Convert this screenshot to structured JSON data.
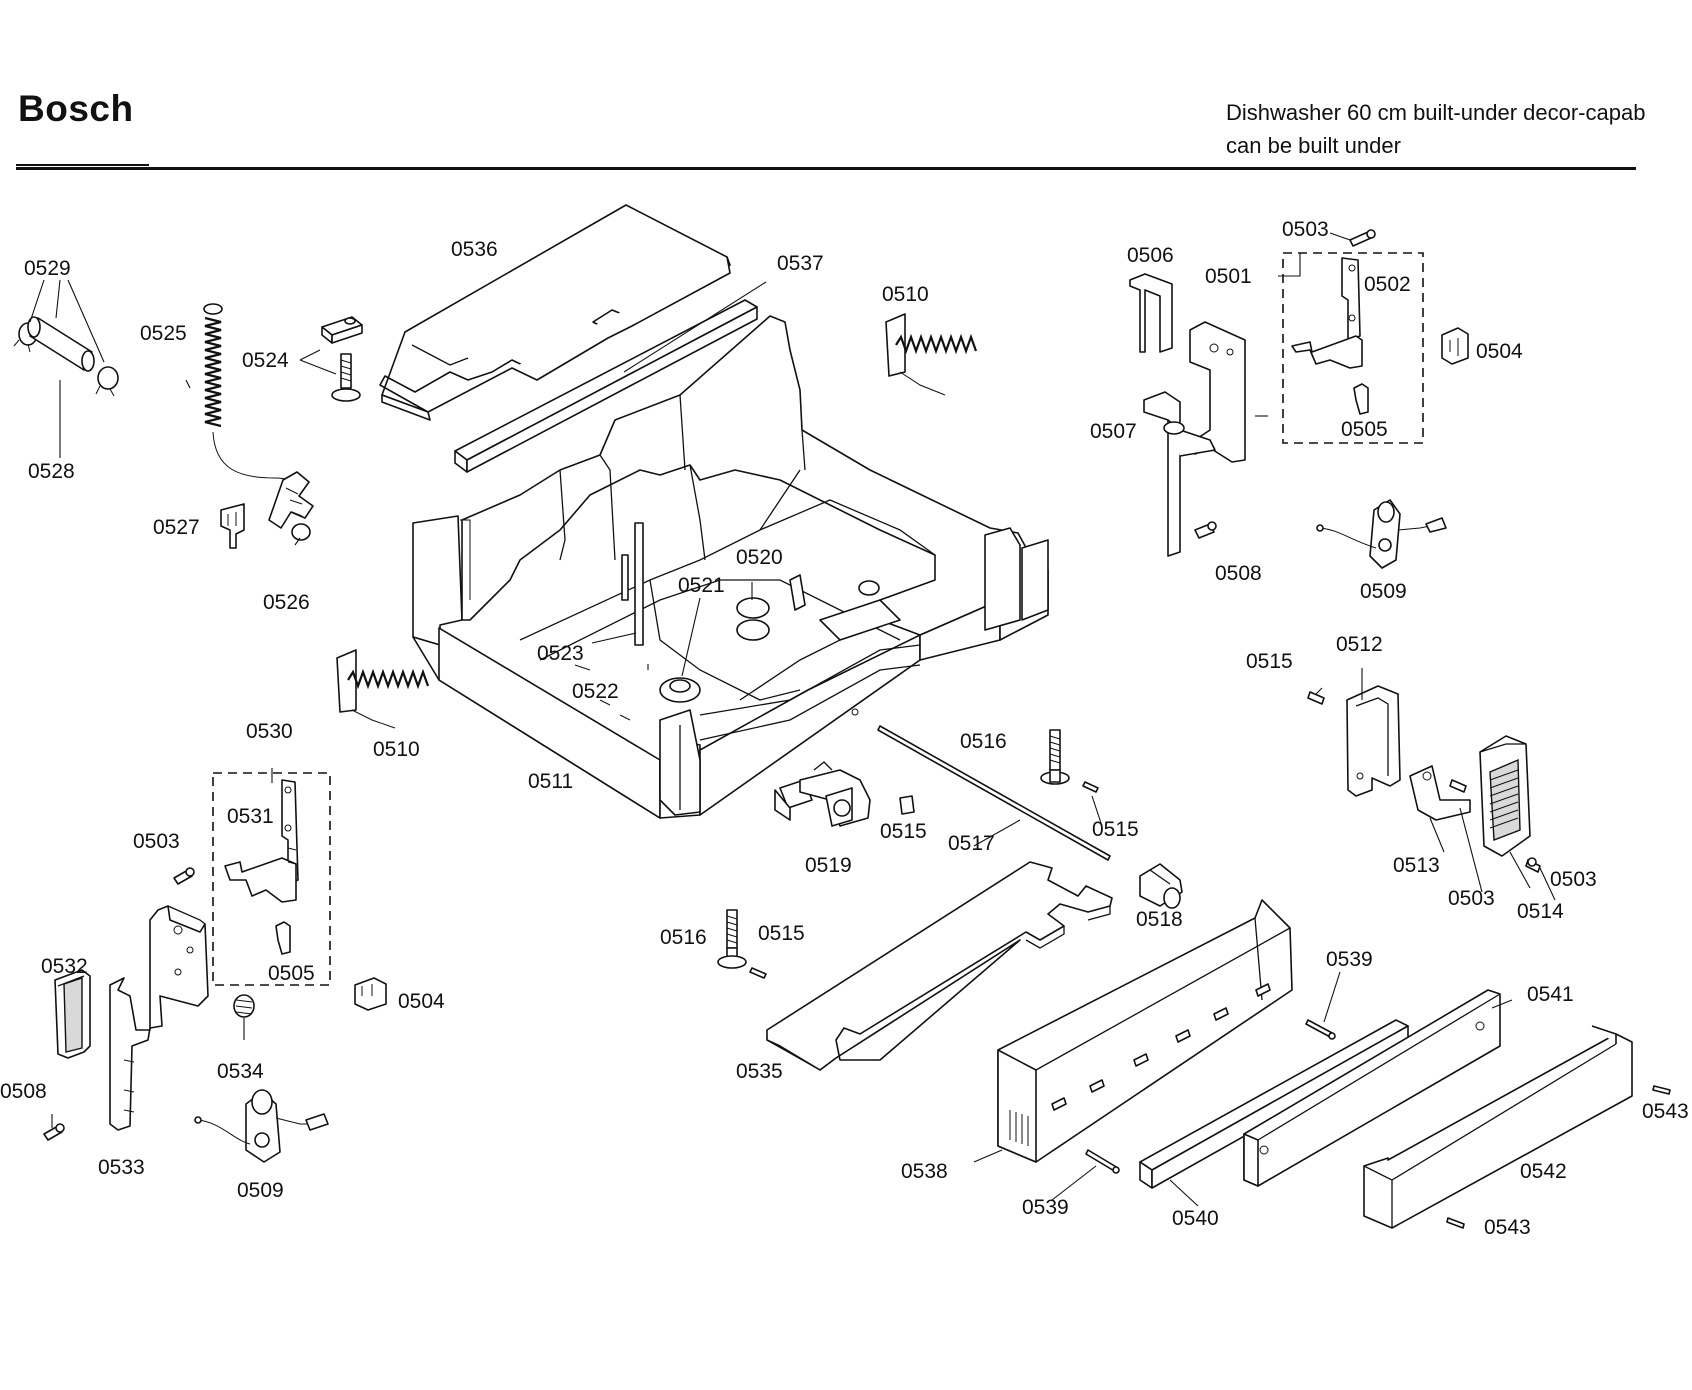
{
  "header": {
    "brand": "Bosch",
    "description_line1": "Dishwasher 60 cm built-under decor-capab",
    "description_line2": "can be built under"
  },
  "callouts": [
    {
      "id": "c0529",
      "text": "0529"
    },
    {
      "id": "c0528",
      "text": "0528"
    },
    {
      "id": "c0525",
      "text": "0525"
    },
    {
      "id": "c0524",
      "text": "0524"
    },
    {
      "id": "c0536",
      "text": "0536"
    },
    {
      "id": "c0537",
      "text": "0537"
    },
    {
      "id": "c0510a",
      "text": "0510"
    },
    {
      "id": "c0506",
      "text": "0506"
    },
    {
      "id": "c0503a",
      "text": "0503"
    },
    {
      "id": "c0501",
      "text": "0501"
    },
    {
      "id": "c0502",
      "text": "0502"
    },
    {
      "id": "c0504a",
      "text": "0504"
    },
    {
      "id": "c0505a",
      "text": "0505"
    },
    {
      "id": "c0507",
      "text": "0507"
    },
    {
      "id": "c0508a",
      "text": "0508"
    },
    {
      "id": "c0509a",
      "text": "0509"
    },
    {
      "id": "c0527",
      "text": "0527"
    },
    {
      "id": "c0526",
      "text": "0526"
    },
    {
      "id": "c0520",
      "text": "0520"
    },
    {
      "id": "c0521",
      "text": "0521"
    },
    {
      "id": "c0523",
      "text": "0523"
    },
    {
      "id": "c0522",
      "text": "0522"
    },
    {
      "id": "c0510b",
      "text": "0510"
    },
    {
      "id": "c0511",
      "text": "0511"
    },
    {
      "id": "c0530",
      "text": "0530"
    },
    {
      "id": "c0531",
      "text": "0531"
    },
    {
      "id": "c0503b",
      "text": "0503"
    },
    {
      "id": "c0505b",
      "text": "0505"
    },
    {
      "id": "c0532",
      "text": "0532"
    },
    {
      "id": "c0504b",
      "text": "0504"
    },
    {
      "id": "c0534",
      "text": "0534"
    },
    {
      "id": "c0508b",
      "text": "0508"
    },
    {
      "id": "c0533",
      "text": "0533"
    },
    {
      "id": "c0509b",
      "text": "0509"
    },
    {
      "id": "c0516a",
      "text": "0516"
    },
    {
      "id": "c0515a",
      "text": "0515"
    },
    {
      "id": "c0515b",
      "text": "0515"
    },
    {
      "id": "c0519",
      "text": "0519"
    },
    {
      "id": "c0517",
      "text": "0517"
    },
    {
      "id": "c0518",
      "text": "0518"
    },
    {
      "id": "c0516b",
      "text": "0516"
    },
    {
      "id": "c0515c",
      "text": "0515"
    },
    {
      "id": "c0535",
      "text": "0535"
    },
    {
      "id": "c0515d",
      "text": "0515"
    },
    {
      "id": "c0512",
      "text": "0512"
    },
    {
      "id": "c0513",
      "text": "0513"
    },
    {
      "id": "c0503c",
      "text": "0503"
    },
    {
      "id": "c0514",
      "text": "0514"
    },
    {
      "id": "c0503d",
      "text": "0503"
    },
    {
      "id": "c0539a",
      "text": "0539"
    },
    {
      "id": "c0541",
      "text": "0541"
    },
    {
      "id": "c0538",
      "text": "0538"
    },
    {
      "id": "c0539b",
      "text": "0539"
    },
    {
      "id": "c0540",
      "text": "0540"
    },
    {
      "id": "c0542",
      "text": "0542"
    },
    {
      "id": "c0543a",
      "text": "0543"
    },
    {
      "id": "c0543b",
      "text": "0543"
    }
  ]
}
